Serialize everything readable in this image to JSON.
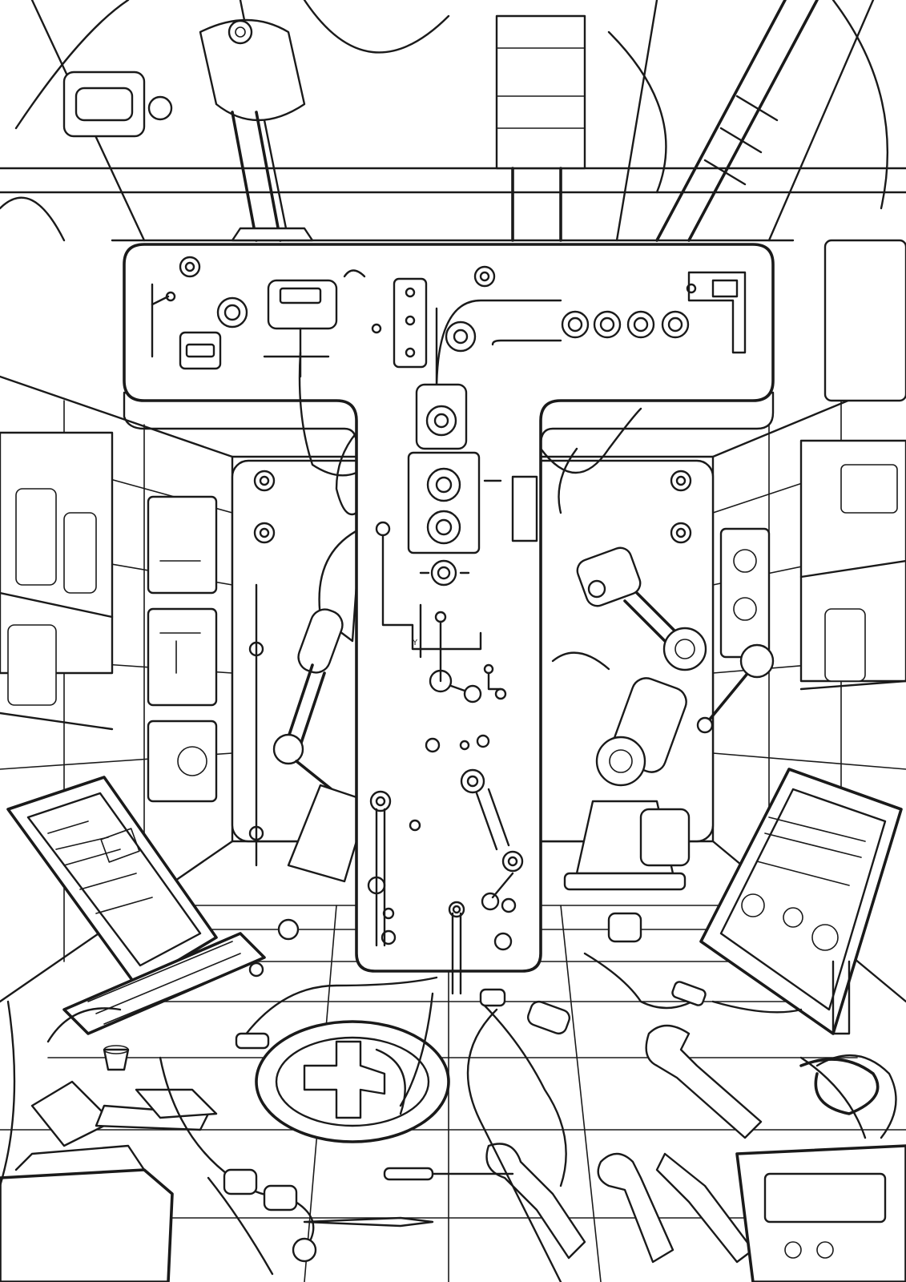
{
  "artwork": {
    "kind": "coloring-page line art",
    "letter": "T",
    "panel_glyph": "Y",
    "colors": {
      "ink": "#1a1a1a",
      "paper": "#ffffff"
    }
  }
}
